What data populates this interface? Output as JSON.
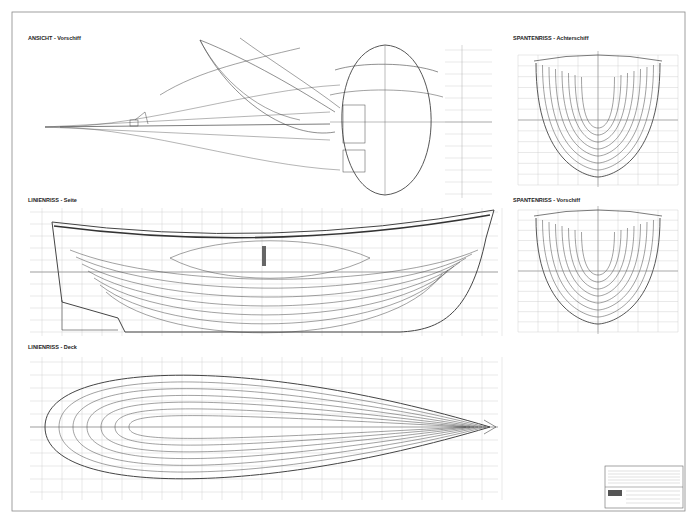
{
  "diagram": {
    "labels": [
      "ANSICHT - Vorschiff",
      "SPANTENRISS - Achterschiff",
      "LINIENRISS - Seite",
      "SPANTENRISS - Vorschiff",
      "LINIENRISS - Deck"
    ]
  }
}
